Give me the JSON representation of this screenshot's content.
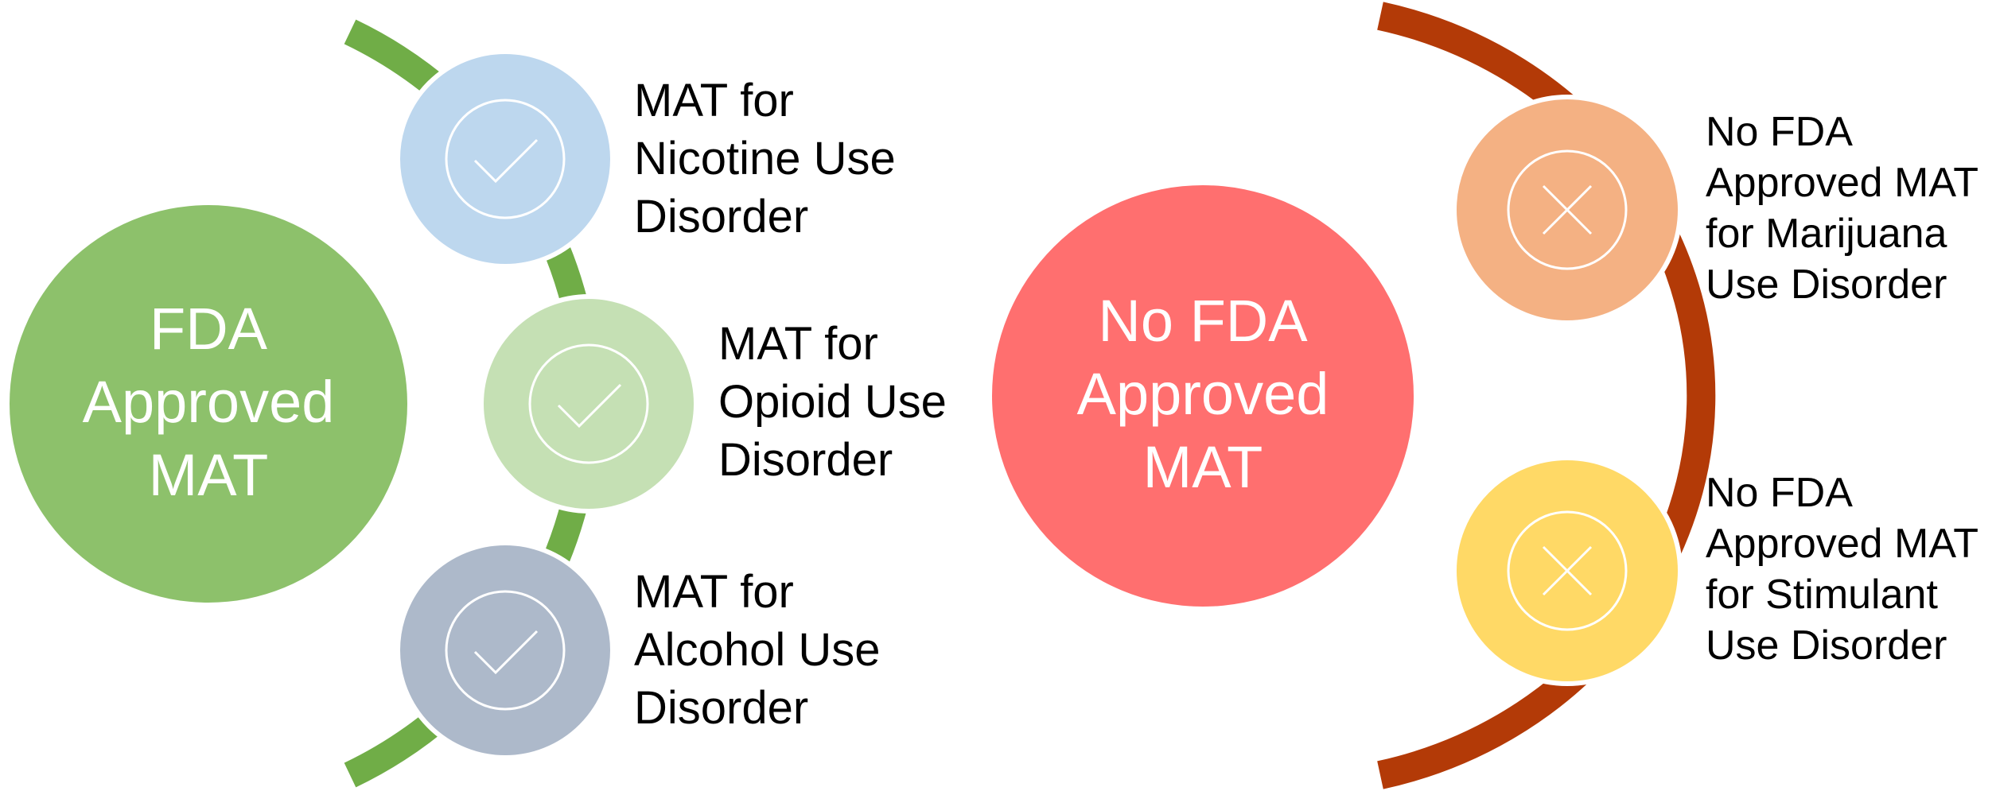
{
  "colors": {
    "green_arc": "#70AD47",
    "green_hub": "#8DC16B",
    "red_arc": "#B33A07",
    "red_hub": "#FF6F6F",
    "nicotine": "#BDD7EE",
    "opioid": "#C5E0B4",
    "alcohol": "#ADB9CA",
    "marijuana": "#F4B183",
    "stimulant": "#FFD966"
  },
  "left": {
    "hub": [
      "FDA",
      "Approved",
      "MAT"
    ],
    "items": [
      {
        "icon": "check-icon",
        "lines": [
          "MAT for",
          "Nicotine Use",
          "Disorder"
        ]
      },
      {
        "icon": "check-icon",
        "lines": [
          "MAT for",
          "Opioid Use",
          "Disorder"
        ]
      },
      {
        "icon": "check-icon",
        "lines": [
          "MAT for",
          "Alcohol Use",
          "Disorder"
        ]
      }
    ]
  },
  "right": {
    "hub": [
      "No FDA",
      "Approved",
      "MAT"
    ],
    "items": [
      {
        "icon": "x-icon",
        "lines": [
          "No FDA",
          "Approved MAT",
          "for Marijuana",
          "Use Disorder"
        ]
      },
      {
        "icon": "x-icon",
        "lines": [
          "No FDA",
          "Approved MAT",
          "for Stimulant",
          "Use Disorder"
        ]
      }
    ]
  }
}
